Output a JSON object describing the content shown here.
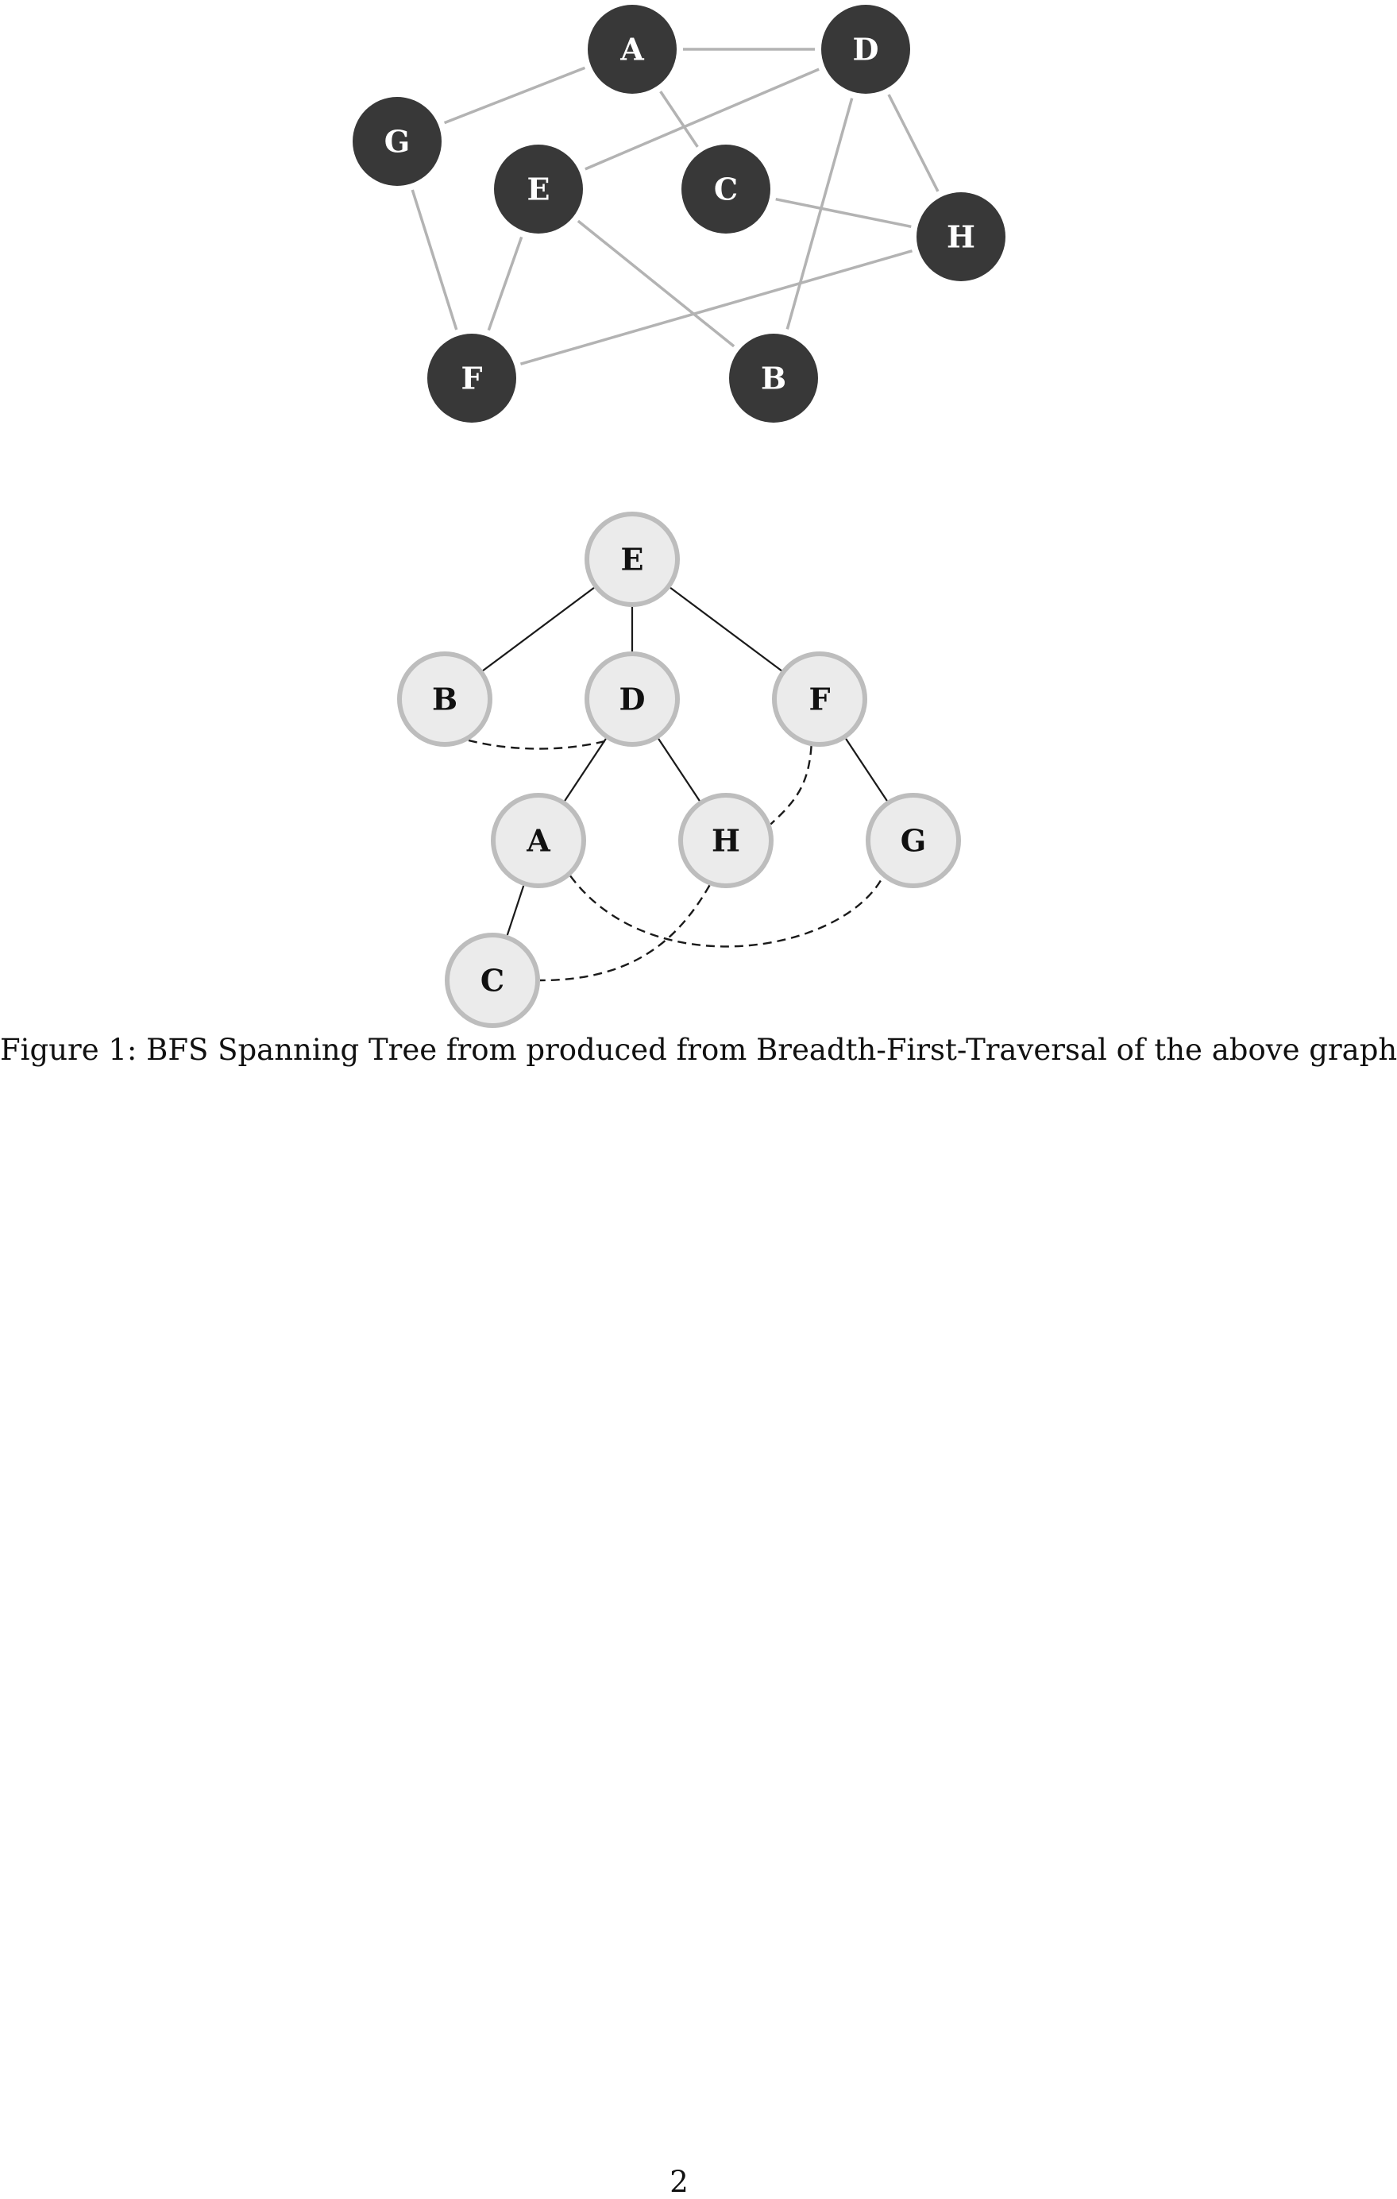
{
  "graph": {
    "nodes": [
      "A",
      "B",
      "C",
      "D",
      "E",
      "F",
      "G",
      "H"
    ],
    "edges": [
      [
        "A",
        "D"
      ],
      [
        "A",
        "G"
      ],
      [
        "A",
        "C"
      ],
      [
        "D",
        "E"
      ],
      [
        "D",
        "B"
      ],
      [
        "D",
        "H"
      ],
      [
        "C",
        "H"
      ],
      [
        "E",
        "F"
      ],
      [
        "E",
        "B"
      ],
      [
        "G",
        "F"
      ],
      [
        "F",
        "H"
      ]
    ]
  },
  "tree": {
    "root": "E",
    "nodes": [
      "E",
      "B",
      "D",
      "F",
      "A",
      "H",
      "G",
      "C"
    ],
    "tree_edges": [
      [
        "E",
        "B"
      ],
      [
        "E",
        "D"
      ],
      [
        "E",
        "F"
      ],
      [
        "D",
        "A"
      ],
      [
        "D",
        "H"
      ],
      [
        "F",
        "G"
      ],
      [
        "A",
        "C"
      ]
    ],
    "cross_edges": [
      [
        "B",
        "D"
      ],
      [
        "F",
        "H"
      ],
      [
        "A",
        "G"
      ],
      [
        "H",
        "C"
      ]
    ]
  },
  "caption": "Figure 1: BFS Spanning Tree from produced from Breadth-First-Traversal of the above graph",
  "page_number": "2",
  "colors": {
    "graph_node_fill": "#383838",
    "graph_edge": "#b3b3b3",
    "tree_node_fill": "#ebebeb",
    "tree_node_border": "#bdbdbd"
  }
}
